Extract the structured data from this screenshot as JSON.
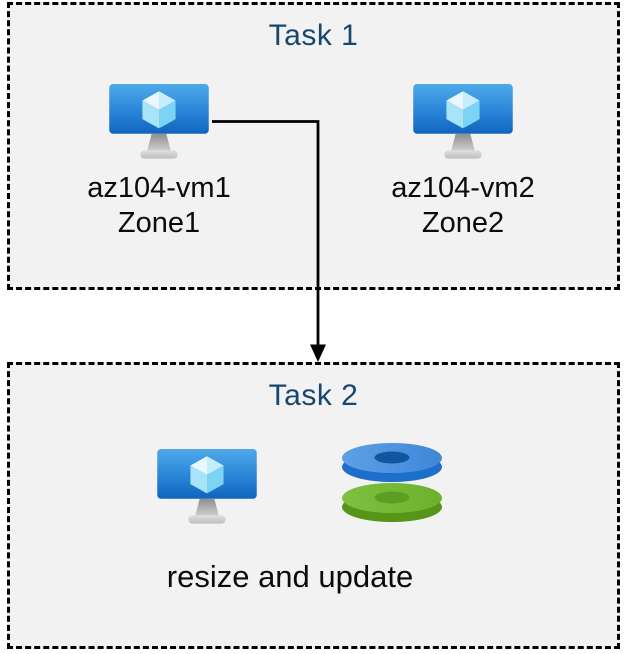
{
  "diagram": {
    "background": "#ffffff",
    "panel_background": "#f2f2f2",
    "border_color": "#000000",
    "title_color": "#17466e",
    "text_color": "#0b0b0b",
    "arrow_color": "#000000"
  },
  "icon_colors": {
    "vm_screen_top": "#4fa9ea",
    "vm_screen_bottom": "#1164be",
    "vm_cube_light": "#e8f8fe",
    "vm_cube_dark": "#7cd3f3",
    "vm_stand_gray": "#a3a3a3",
    "disk_blue_top": "#4a92de",
    "disk_blue_side": "#1e6ecb",
    "disk_blue_hole": "#1057a0",
    "disk_green_top": "#76b934",
    "disk_green_side": "#579417",
    "disk_green_hole": "#5e9d24"
  },
  "task1": {
    "title": "Task 1",
    "vms": [
      {
        "name": "az104-vm1",
        "zone": "Zone1",
        "icon": "virtual-machine-icon"
      },
      {
        "name": "az104-vm2",
        "zone": "Zone2",
        "icon": "virtual-machine-icon"
      }
    ]
  },
  "task2": {
    "title": "Task 2",
    "caption": "resize and update",
    "icons": [
      "virtual-machine-icon",
      "managed-disks-icon"
    ]
  }
}
